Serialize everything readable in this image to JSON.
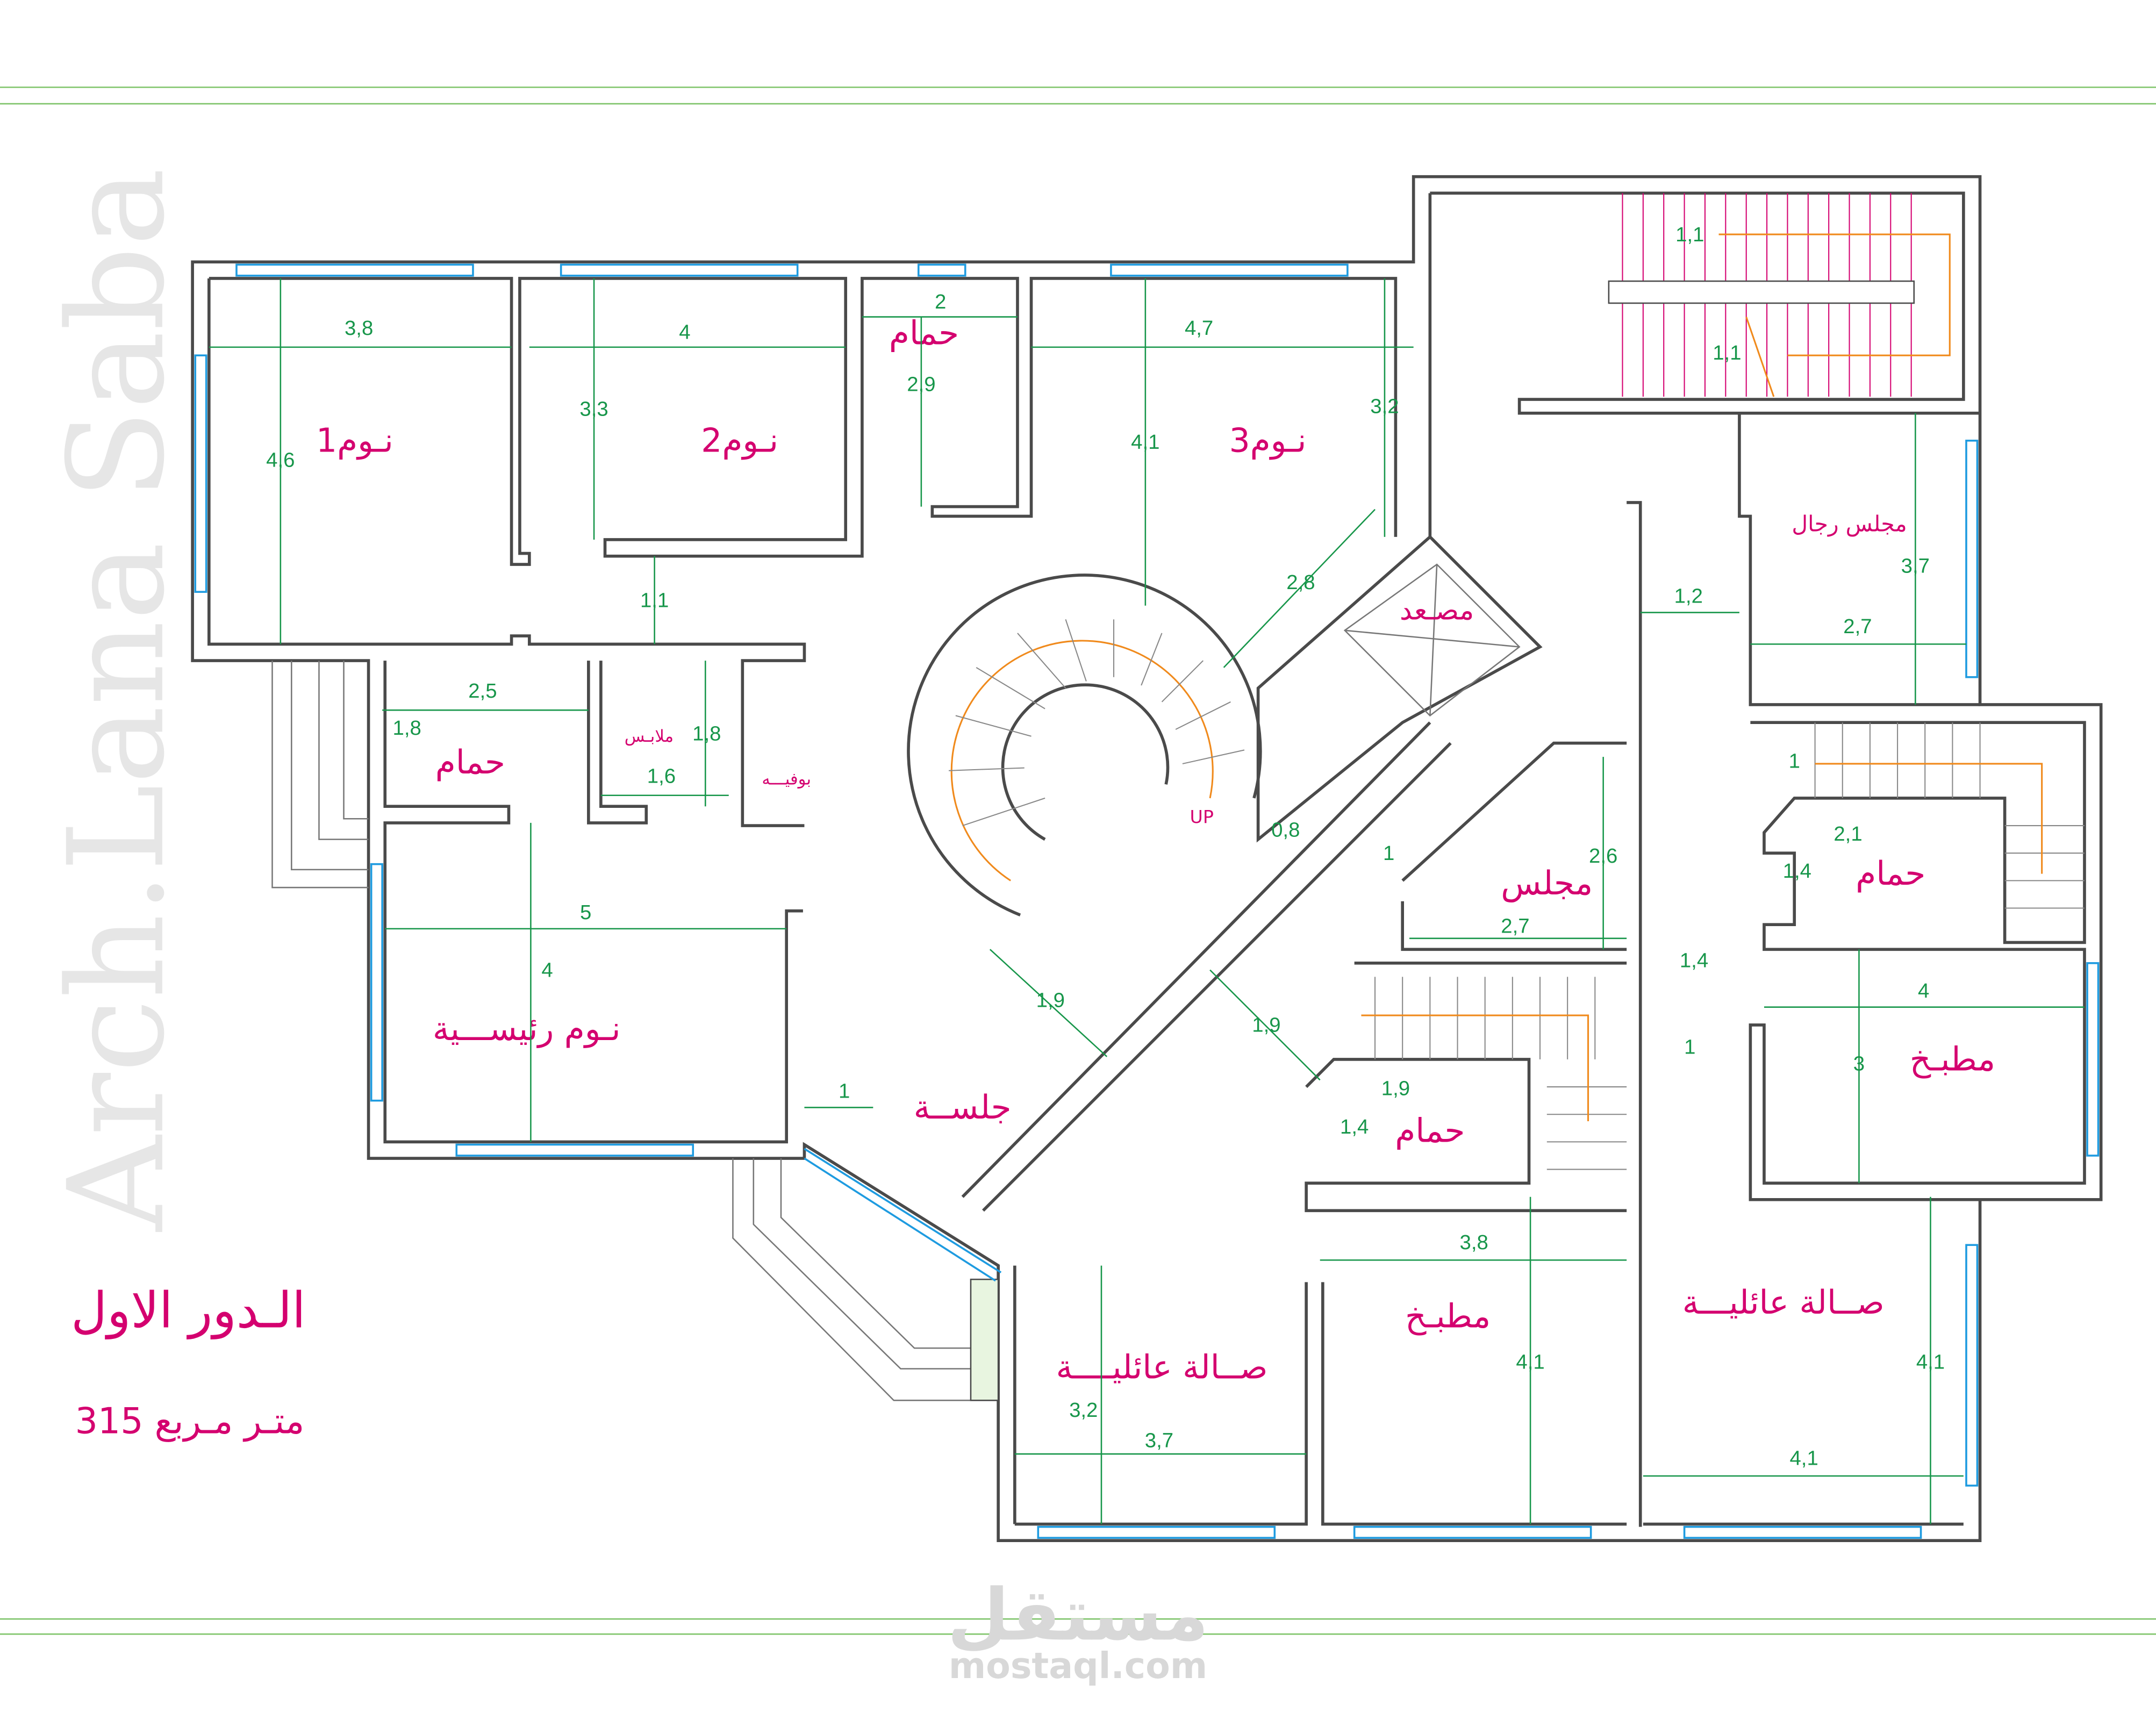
{
  "title": "الـدور الاول",
  "area": "متـر مـربع 315",
  "watermark": "Arch.Lana Saba",
  "logo": {
    "arabic": "مستقل",
    "latin": "mostaql.com"
  },
  "stairs_label": "UP",
  "colors": {
    "room_text": "#d4006f",
    "dimension": "#17964a",
    "window": "#1e9be0",
    "wall": "#4a4a4a",
    "stair_path": "#f08a1c"
  },
  "rooms": [
    "1نـوم",
    "2نـوم",
    "حمام",
    "3نـوم",
    "مصـعد",
    "مجلس رجال",
    "حمام",
    "ملابـس",
    "بوفيـــه",
    "نـوم رئيســـية",
    "جلســة",
    "مجلس",
    "حمام",
    "مطبـخ",
    "حمام",
    "مطبـخ",
    "صــالة عائليـــة",
    "صــالة عائليــــة"
  ],
  "dims": [
    "3,8",
    "4",
    "2",
    "2,9",
    "4,7",
    "3,3",
    "4,6",
    "4,1",
    "3,2",
    "1,1",
    "2,8",
    "1,1",
    "1,1",
    "1,2",
    "2,7",
    "3,7",
    "2,5",
    "1,8",
    "1,8",
    "1,6",
    "0,8",
    "1",
    "2,6",
    "2,7",
    "1",
    "2,1",
    "1,4",
    "1,4",
    "5",
    "4",
    "1,9",
    "1,9",
    "4",
    "1",
    "3",
    "1",
    "1,9",
    "1,4",
    "3,8",
    "4,1",
    "4,1",
    "3,2",
    "3,7",
    "4,1"
  ]
}
